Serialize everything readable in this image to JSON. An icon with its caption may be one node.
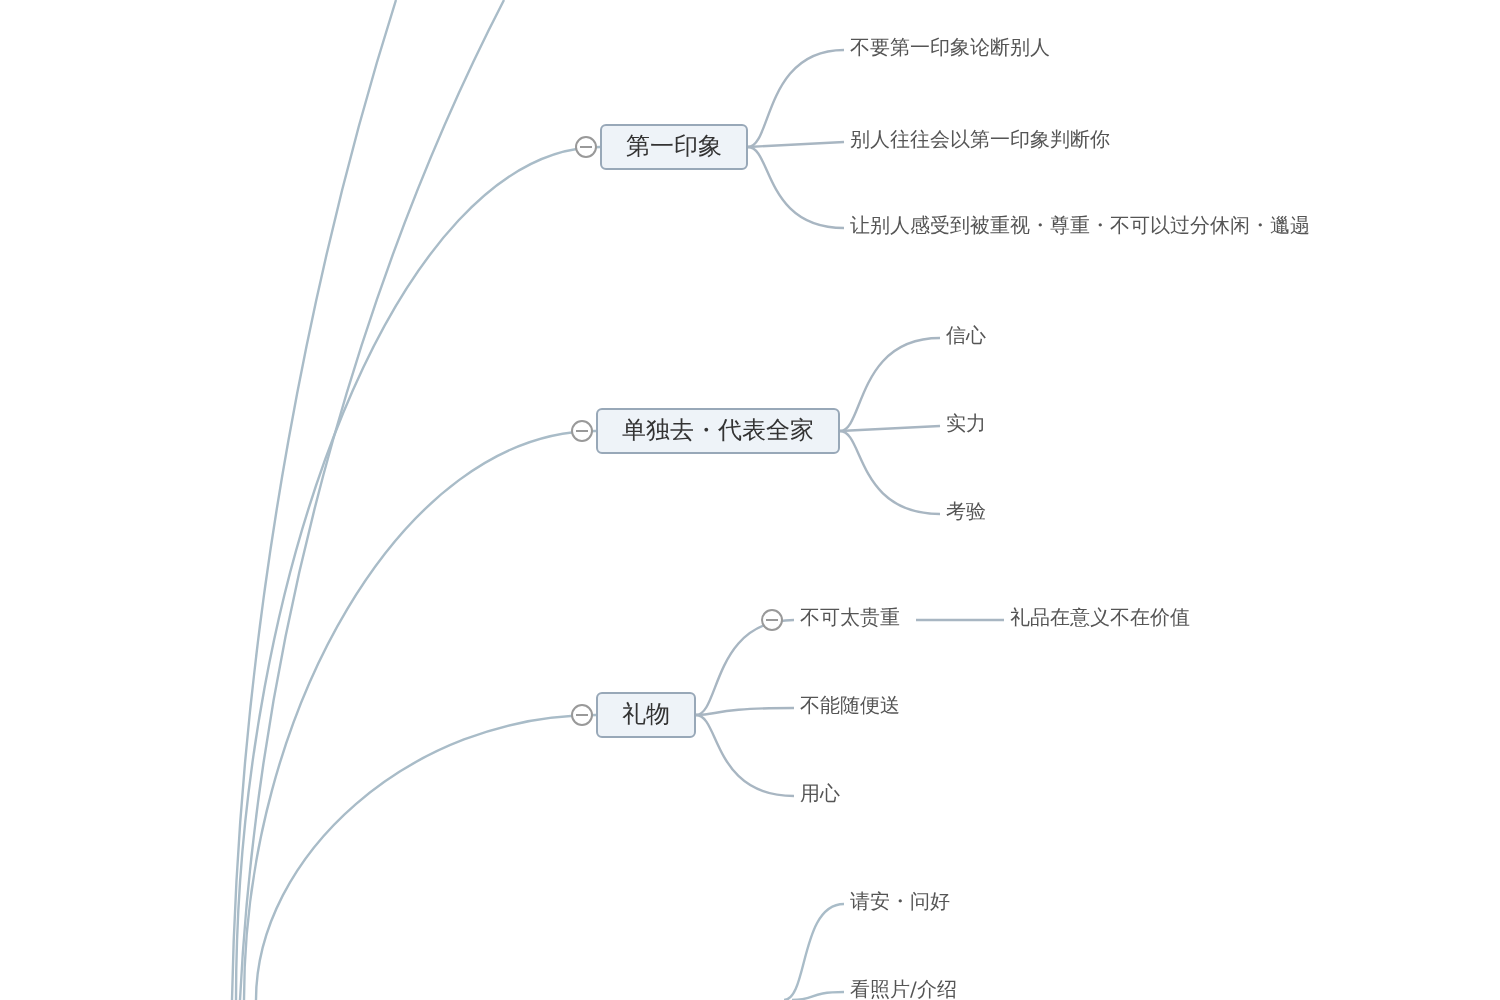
{
  "diagram": {
    "nodes": [
      {
        "text": [
          "第一印象"
        ]
      },
      {
        "text": [
          "不要第一印象论断别人"
        ]
      },
      {
        "text": [
          "别人往往会以第一印象判断你"
        ]
      },
      {
        "text": [
          "让别人感受到被重视・尊重・不可以过分休闲・邋遢"
        ]
      },
      {
        "text": [
          "单独去・代表全家"
        ]
      },
      {
        "text": [
          "信心"
        ]
      },
      {
        "text": [
          "实力"
        ]
      },
      {
        "text": [
          "考验"
        ]
      },
      {
        "text": [
          "礼物"
        ]
      },
      {
        "text": [
          "不可太贵重"
        ]
      },
      {
        "text": [
          "礼品在意义不在价值"
        ]
      },
      {
        "text": [
          "不能随便送"
        ]
      },
      {
        "text": [
          "用心"
        ]
      },
      {
        "text": [
          "请安・问好"
        ]
      },
      {
        "text": [
          "看照片/介绍"
        ]
      }
    ],
    "edges": [
      {
        "from": null,
        "to": 0,
        "arrow": "none"
      },
      {
        "from": null,
        "to": 4,
        "arrow": "none"
      },
      {
        "from": null,
        "to": 8,
        "arrow": "none"
      },
      {
        "from": 0,
        "to": 1,
        "arrow": "none"
      },
      {
        "from": 0,
        "to": 2,
        "arrow": "none"
      },
      {
        "from": 0,
        "to": 3,
        "arrow": "none"
      },
      {
        "from": 4,
        "to": 5,
        "arrow": "none"
      },
      {
        "from": 4,
        "to": 6,
        "arrow": "none"
      },
      {
        "from": 4,
        "to": 7,
        "arrow": "none"
      },
      {
        "from": 8,
        "to": 9,
        "arrow": "none"
      },
      {
        "from": 8,
        "to": 11,
        "arrow": "none"
      },
      {
        "from": 8,
        "to": 12,
        "arrow": "none"
      },
      {
        "from": 9,
        "to": 10,
        "arrow": "none"
      },
      {
        "from": null,
        "to": 13,
        "arrow": "none"
      },
      {
        "from": null,
        "to": 14,
        "arrow": "none"
      }
    ]
  }
}
